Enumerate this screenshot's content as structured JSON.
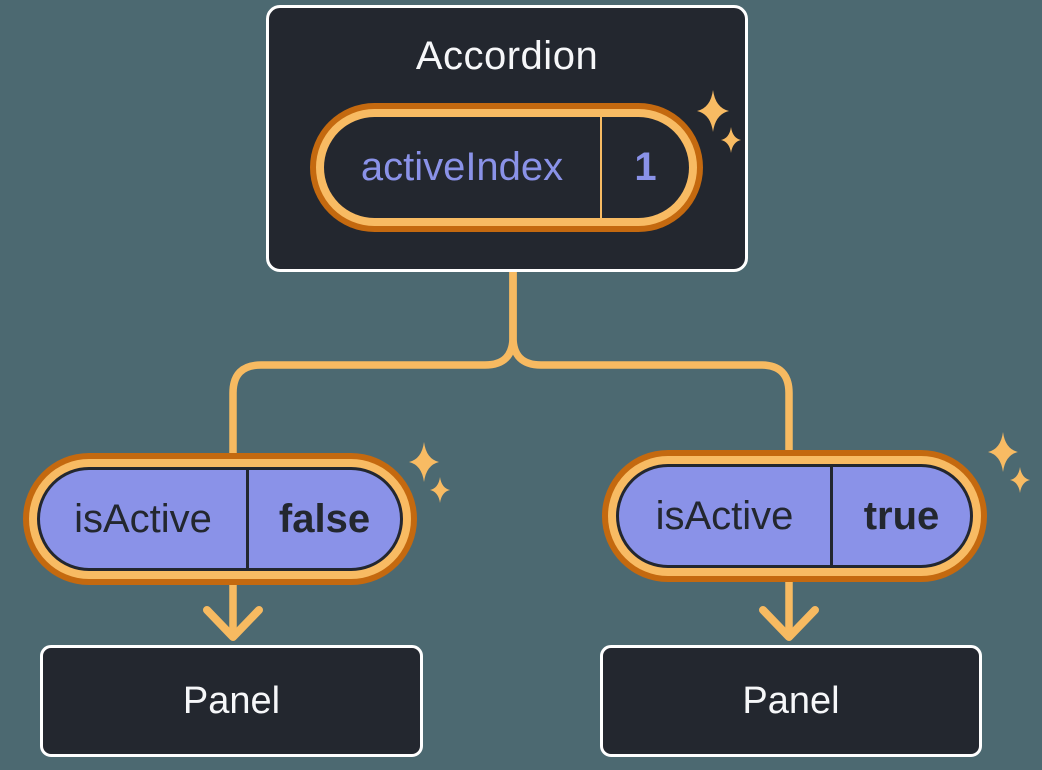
{
  "colors": {
    "background": "#4C6971",
    "box_fill": "#23272F",
    "box_border": "#FFFFFF",
    "text_light": "#F6F7F9",
    "text_dark": "#23272F",
    "purple": "#8A92E8",
    "orange_light": "#F8BB63",
    "orange_dark": "#C4690F",
    "connector": "#F7BA61"
  },
  "accordion": {
    "title": "Accordion",
    "state": {
      "label": "activeIndex",
      "value": "1"
    }
  },
  "left_child": {
    "prop": {
      "label": "isActive",
      "value": "false"
    },
    "panel_title": "Panel"
  },
  "right_child": {
    "prop": {
      "label": "isActive",
      "value": "true"
    },
    "panel_title": "Panel"
  },
  "icons": {
    "sparkle": "sparkle-icon",
    "arrow": "arrow-down-icon"
  }
}
